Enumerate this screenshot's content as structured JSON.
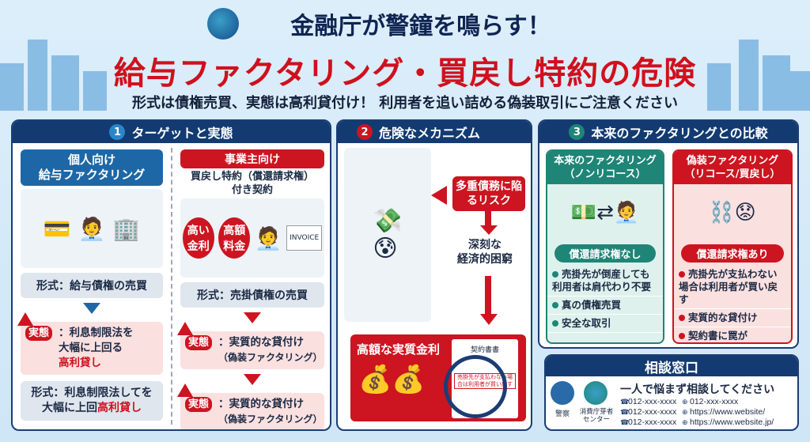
{
  "header": {
    "line1": "金融庁が警鐘を鳴らす！",
    "line2": "給与ファクタリング・買戻し特約の危険",
    "line3": "形式は債権売買、実態は高利貸付け！ 利用者を追い詰める偽装取引にご注意ください"
  },
  "section1": {
    "number": "1",
    "title": "ターゲットと実態",
    "personal": {
      "title1": "個人向け",
      "title2": "給与ファクタリング",
      "form": "形式：給与債権の売買",
      "reality_tag": "実態",
      "reality1": "：利息制限法を",
      "reality2": "大幅に上回る",
      "reality3": "高利貸し",
      "form2a": "形式：利息制限法してを",
      "form2b": "大幅に上回",
      "form2c": "高利貸し"
    },
    "business": {
      "title": "事業主向け",
      "sub1": "買戻し特約（償還請求権）",
      "sub2": "付き契約",
      "bubble1": "高い金利",
      "bubble2": "高額料金",
      "invoice": "INVOICE",
      "form": "形式：売掛債権の売買",
      "reality_tag": "実態",
      "reality1": "：実質的な貸付け",
      "reality1b": "（偽装ファクタリング）",
      "reality2": "：実質的な貸付け",
      "reality2b": "（偽装ファクタリング）"
    }
  },
  "section2": {
    "number": "2",
    "title": "危険なメカニズム",
    "risk": "多重債務に陥るリスク",
    "hardship1": "深刻な",
    "hardship2": "経済的困窮",
    "interest": "高額な実質金利",
    "contract_title": "契約書書",
    "contract_clause": "売掛先が支払わない場合は利用者が買い戻す"
  },
  "section3": {
    "number": "3",
    "title": "本来のファクタリングとの比較",
    "genuine": {
      "title1": "本来のファクタリング",
      "title2": "（ノンリコース）",
      "pill": "償還請求権なし",
      "items": [
        "売掛先が倒産しても利用者は肩代わり不要",
        "真の債権売買",
        "安全な取引"
      ]
    },
    "fake": {
      "title1": "偽装ファクタリング",
      "title2": "（リコース/買戻し）",
      "pill": "償還請求権あり",
      "items": [
        "売掛先が支払わない場合は利用者が買い戻す",
        "実質的な貸付け",
        "契約書に罠が"
      ]
    }
  },
  "consult": {
    "title": "相談窓口",
    "message": "一人で悩まず相談してください",
    "police": "警察",
    "center": "消費庁芽者センター",
    "phones": [
      "012-xxx-xxxx",
      "012-xxx-xxxx",
      "012-xxx-xxxx"
    ],
    "web": [
      "012-xxx-xxxx",
      "https://www.website/",
      "https://www.website.jp/"
    ]
  },
  "colors": {
    "navy": "#133b72",
    "red": "#cc1520",
    "teal": "#1f8577",
    "blue": "#1e67a6"
  }
}
